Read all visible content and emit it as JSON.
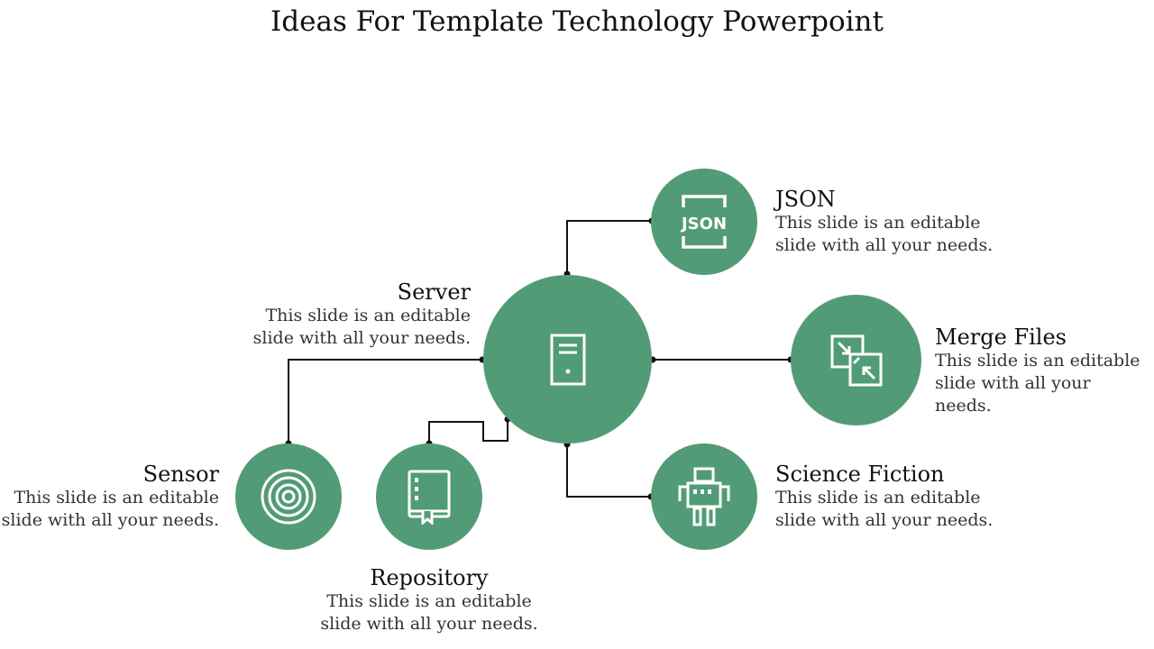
{
  "title": "Ideas For Template Technology Powerpoint",
  "colors": {
    "circle": "#529b77",
    "line": "#111111",
    "icon": "#ffffff"
  },
  "nodes": {
    "server": {
      "heading": "Server",
      "desc1": "This slide is an editable",
      "desc2": "slide with all your needs.",
      "icon": "server-icon"
    },
    "json": {
      "heading": "JSON",
      "desc1": "This slide is an editable",
      "desc2": "slide with all your needs.",
      "icon": "json-icon"
    },
    "merge": {
      "heading": "Merge Files",
      "desc1": "This slide is an editable",
      "desc2": "slide with all your needs.",
      "icon": "merge-files-icon"
    },
    "scifi": {
      "heading": "Science Fiction",
      "desc1": "This slide is an editable",
      "desc2": "slide with all your needs.",
      "icon": "robot-icon"
    },
    "sensor": {
      "heading": "Sensor",
      "desc1": "This slide is an editable",
      "desc2": "slide with all your needs.",
      "icon": "target-icon"
    },
    "repo": {
      "heading": "Repository",
      "desc1": "This slide is an editable",
      "desc2": "slide with all your needs.",
      "icon": "book-icon"
    }
  }
}
